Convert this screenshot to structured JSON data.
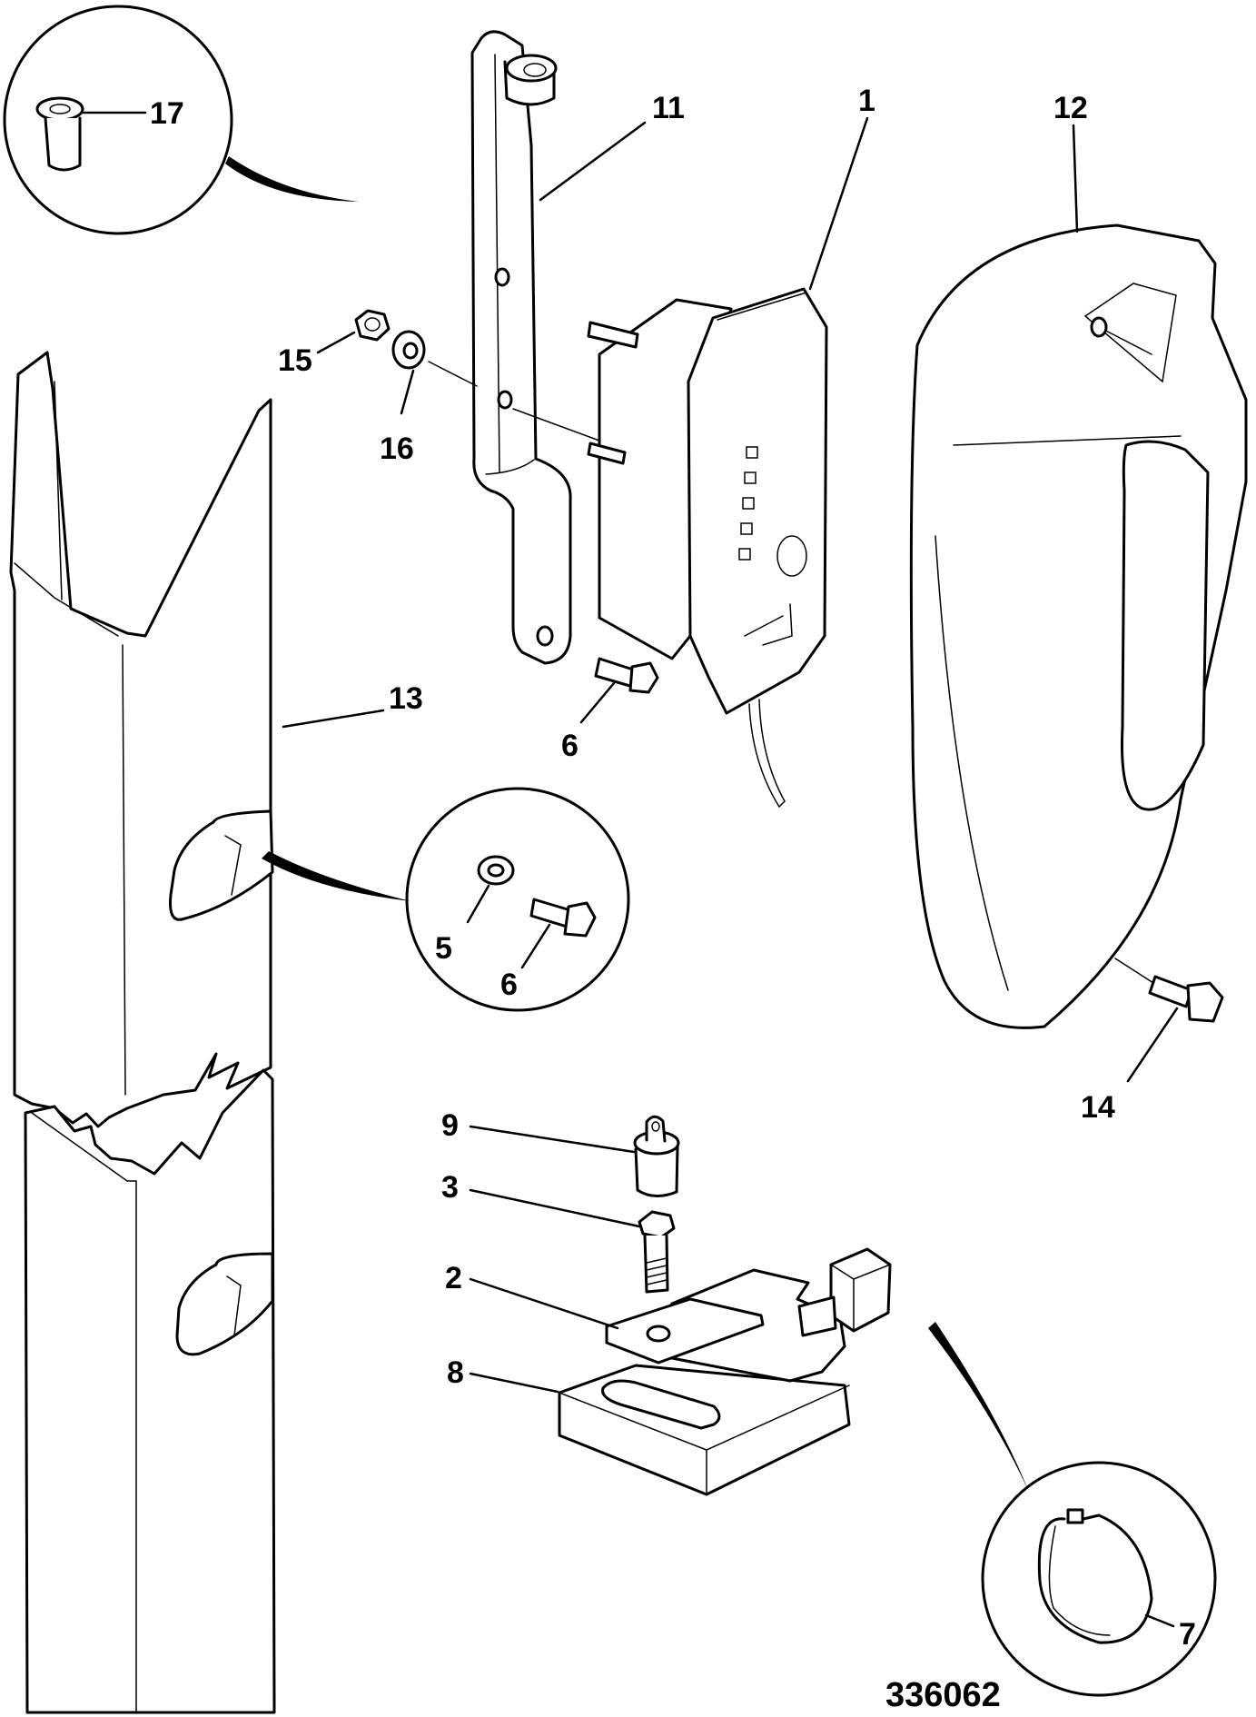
{
  "drawing": {
    "reference_number": "336062",
    "callouts": {
      "c1": "1",
      "c2": "2",
      "c3": "3",
      "c5": "5",
      "c6a": "6",
      "c6b": "6",
      "c7": "7",
      "c8": "8",
      "c9": "9",
      "c11": "11",
      "c12": "12",
      "c13": "13",
      "c14": "14",
      "c15": "15",
      "c16": "16",
      "c17": "17"
    }
  }
}
